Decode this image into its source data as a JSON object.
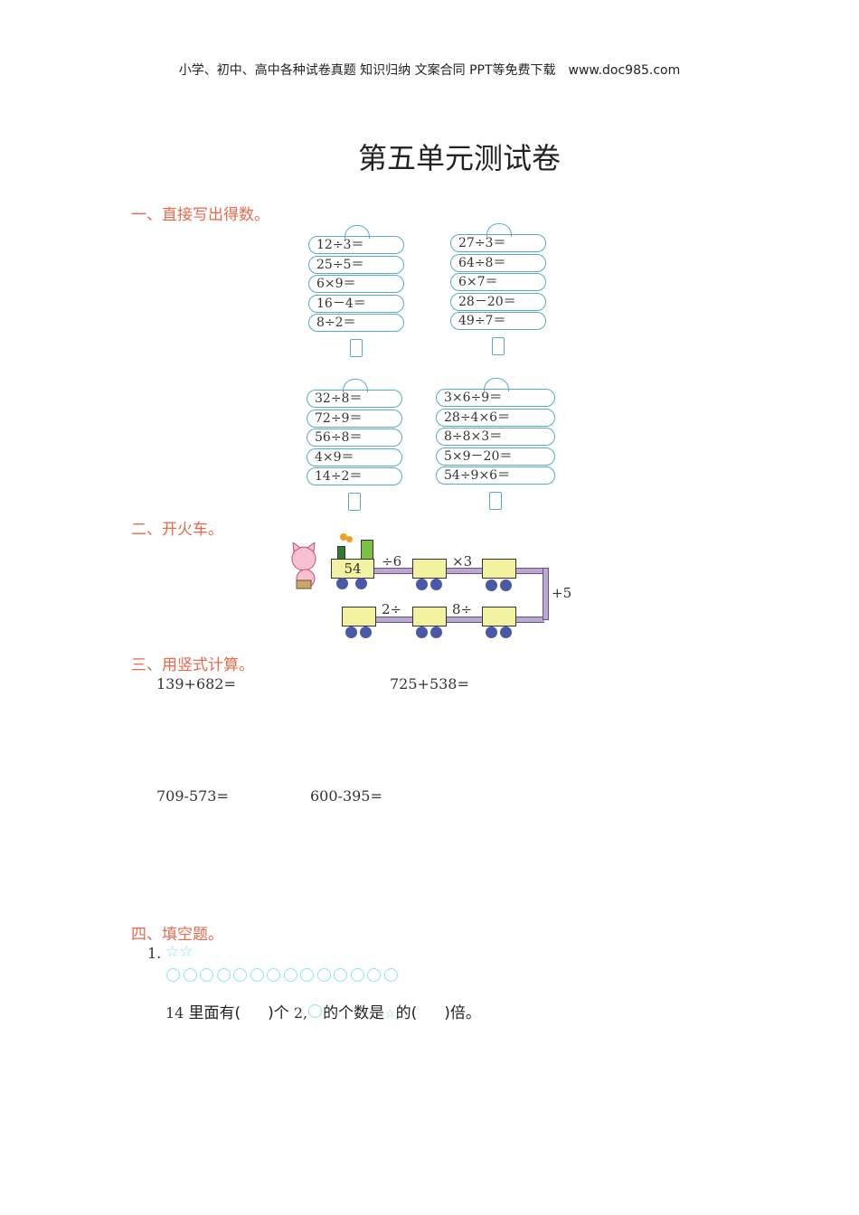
{
  "header": "小学、初中、高中各种试卷真题 知识归纳 文案合同 PPT等免费下载　www.doc985.com",
  "title": "第五单元测试卷",
  "sections": {
    "s1": "一、直接写出得数。",
    "s2": "二、开火车。",
    "s3": "三、用竖式计算。",
    "s4": "四、填空题。"
  },
  "cards": [
    [
      "12÷3＝",
      "25÷5＝",
      "6×9＝",
      "16－4＝",
      "8÷2＝"
    ],
    [
      "27÷3＝",
      "64÷8＝",
      "6×7＝",
      "28－20＝",
      "49÷7＝"
    ],
    [
      "32÷8＝",
      "72÷9＝",
      "56÷8＝",
      "4×9＝",
      "14÷2＝"
    ],
    [
      "3×6÷9＝",
      "28÷4×6＝",
      "8÷8×3＝",
      "5×9－20＝",
      "54÷9×6＝"
    ]
  ],
  "train": {
    "start": "54",
    "ops": [
      "÷6",
      "×3",
      "+5",
      "8÷",
      "2÷"
    ]
  },
  "vertical": [
    "139+682=",
    "725+538=",
    "709-573=",
    "600-395="
  ],
  "fill": {
    "num": "1.",
    "stars": "☆☆",
    "circle_count": 14,
    "t1": "14",
    "t2": "里面有(",
    "t3": ")个",
    "t4": "2,",
    "t5": "的个数是",
    "t6": "的(",
    "t7": ")倍。"
  },
  "colors": {
    "accent": "#e8694a",
    "card": "#5aa9c9",
    "cyan": "#8fe3ef"
  }
}
